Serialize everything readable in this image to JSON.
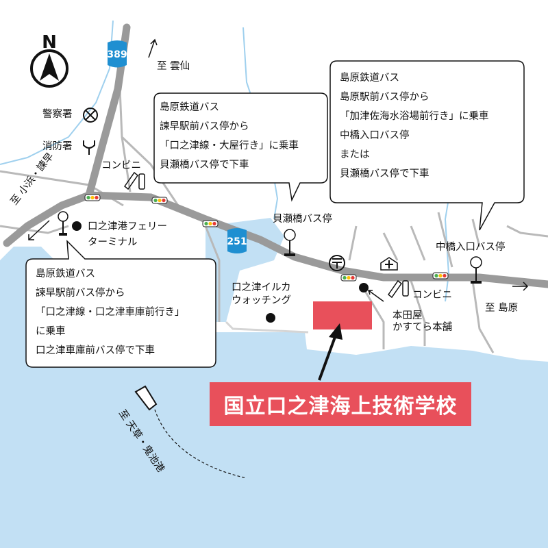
{
  "compass": {
    "north_letter": "N"
  },
  "routes": {
    "r389": "389",
    "r251": "251"
  },
  "labels": {
    "to_unzen": "至 雲仙",
    "police": "警察署",
    "fire": "消防署",
    "conbini1": "コンビニ",
    "to_obama": "至 小浜・諫早",
    "ferry_terminal_line1": "口之津港フェリー",
    "ferry_terminal_line2": "ターミナル",
    "kaisebashi_stop": "貝瀬橋バス停",
    "nakahashi_stop": "中橋入口バス停",
    "dolphin_line1": "口之津イルカ",
    "dolphin_line2": "ウォッチング",
    "honda_line1": "本田屋",
    "honda_line2": "かすてら本舗",
    "conbini2": "コンビニ",
    "to_shimabara": "至 島原",
    "to_amakusa": "至 天草・鬼池港"
  },
  "bubbles": {
    "top_center": [
      "島原鉄道バス",
      "諫早駅前バス停から",
      "「口之津線・大屋行き」に乗車",
      "貝瀬橋バス停で下車"
    ],
    "top_right": [
      "島原鉄道バス",
      "島原駅前バス停から",
      "「加津佐海水浴場前行き」に乗車",
      "中橋入口バス停",
      "または",
      "貝瀬橋バス停で下車"
    ],
    "bottom_left": [
      "島原鉄道バス",
      "諫早駅前バス停から",
      "「口之津線・口之津車庫前行き」",
      "に乗車",
      "口之津車庫前バス停で下車"
    ]
  },
  "school": {
    "name": "国立口之津海上技術学校"
  },
  "colors": {
    "sea": "#c2e0f4",
    "road": "#9a9a9a",
    "school": "#e8505b",
    "route_badge": "#1f8fd1"
  }
}
